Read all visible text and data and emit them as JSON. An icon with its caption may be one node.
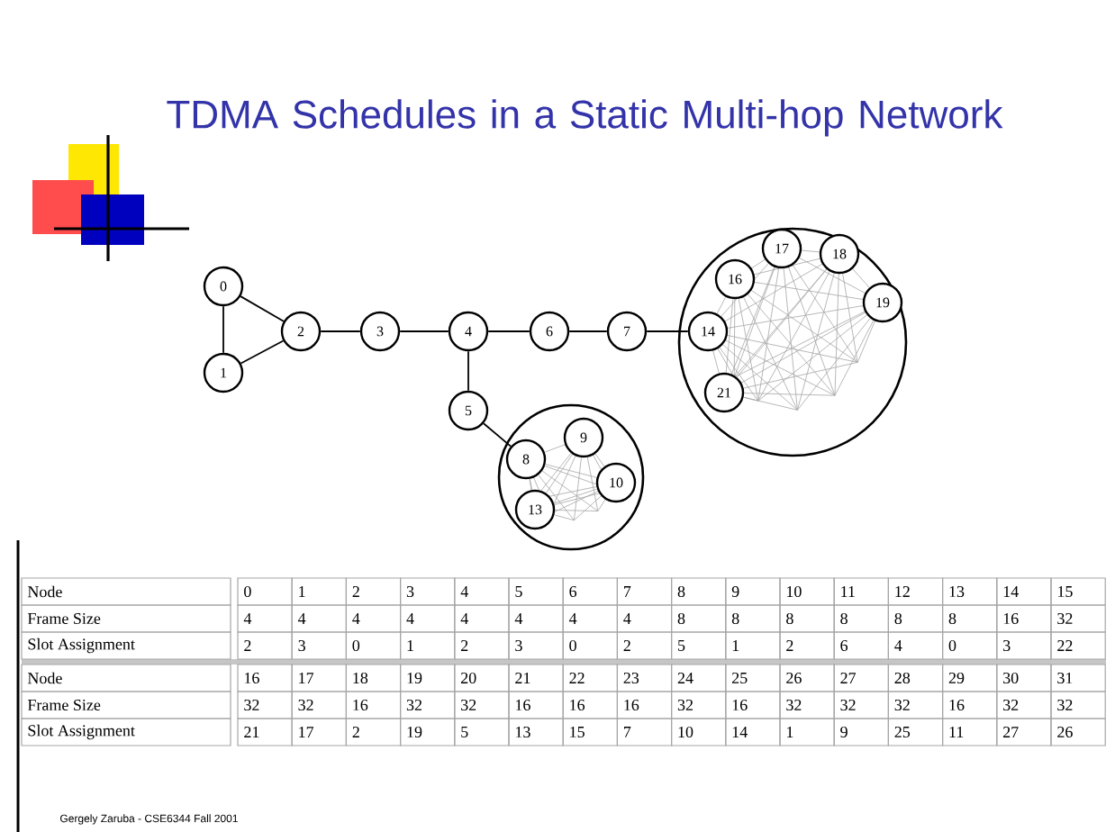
{
  "diagram": {
    "title": "TDMA Schedules in a Static Multi-hop Network",
    "nodes": [
      {
        "text": [
          "0"
        ]
      },
      {
        "text": [
          "1"
        ]
      },
      {
        "text": [
          "2"
        ]
      },
      {
        "text": [
          "3"
        ]
      },
      {
        "text": [
          "4"
        ]
      },
      {
        "text": [
          "6"
        ]
      },
      {
        "text": [
          "7"
        ]
      },
      {
        "text": [
          "5"
        ]
      },
      {
        "text": [],
        "shape": "circle"
      },
      {
        "text": [
          "8"
        ],
        "in": 8
      },
      {
        "text": [
          "9"
        ],
        "in": 8
      },
      {
        "text": [
          "10"
        ],
        "in": 8
      },
      {
        "text": [
          "13"
        ],
        "in": 8
      },
      {
        "text": [],
        "shape": "circle"
      },
      {
        "text": [
          "14"
        ],
        "in": 13
      },
      {
        "text": [
          "16"
        ],
        "in": 13
      },
      {
        "text": [
          "17"
        ],
        "in": 13
      },
      {
        "text": [
          "18"
        ],
        "in": 13
      },
      {
        "text": [
          "19"
        ],
        "in": 13
      },
      {
        "text": [
          "21"
        ],
        "in": 13
      }
    ],
    "edges": [
      {
        "from": 0,
        "to": 1,
        "arrow": "none"
      },
      {
        "from": 0,
        "to": 2,
        "arrow": "none"
      },
      {
        "from": 1,
        "to": 2,
        "arrow": "none"
      },
      {
        "from": 2,
        "to": 3,
        "arrow": "none"
      },
      {
        "from": 3,
        "to": 4,
        "arrow": "none"
      },
      {
        "from": 4,
        "to": 5,
        "arrow": "none"
      },
      {
        "from": 5,
        "to": 6,
        "arrow": "none"
      },
      {
        "from": 6,
        "to": 14,
        "arrow": "none"
      },
      {
        "from": 4,
        "to": 7,
        "arrow": "none"
      },
      {
        "from": 7,
        "to": 9,
        "arrow": "none"
      }
    ],
    "labels": [
      "Node",
      "0",
      "1",
      "2",
      "3",
      "4",
      "5",
      "6",
      "7",
      "8",
      "9",
      "10",
      "11",
      "12",
      "13",
      "14",
      "15",
      "Frame Size",
      "4",
      "4",
      "4",
      "4",
      "4",
      "4",
      "4",
      "4",
      "8",
      "8",
      "8",
      "8",
      "8",
      "8",
      "16",
      "32",
      "Slot Assignment",
      "2",
      "3",
      "0",
      "1",
      "2",
      "3",
      "0",
      "2",
      "5",
      "1",
      "2",
      "6",
      "4",
      "0",
      "3",
      "22",
      "Node",
      "16",
      "17",
      "18",
      "19",
      "20",
      "21",
      "22",
      "23",
      "24",
      "25",
      "26",
      "27",
      "28",
      "29",
      "30",
      "31",
      "Frame Size",
      "32",
      "32",
      "16",
      "32",
      "32",
      "16",
      "16",
      "16",
      "32",
      "16",
      "32",
      "32",
      "32",
      "16",
      "32",
      "32",
      "Slot Assignment",
      "21",
      "17",
      "2",
      "19",
      "5",
      "13",
      "15",
      "7",
      "10",
      "14",
      "1",
      "9",
      "25",
      "11",
      "27",
      "26",
      "Gergely Zaruba - CSE6344 Fall 2001"
    ]
  }
}
